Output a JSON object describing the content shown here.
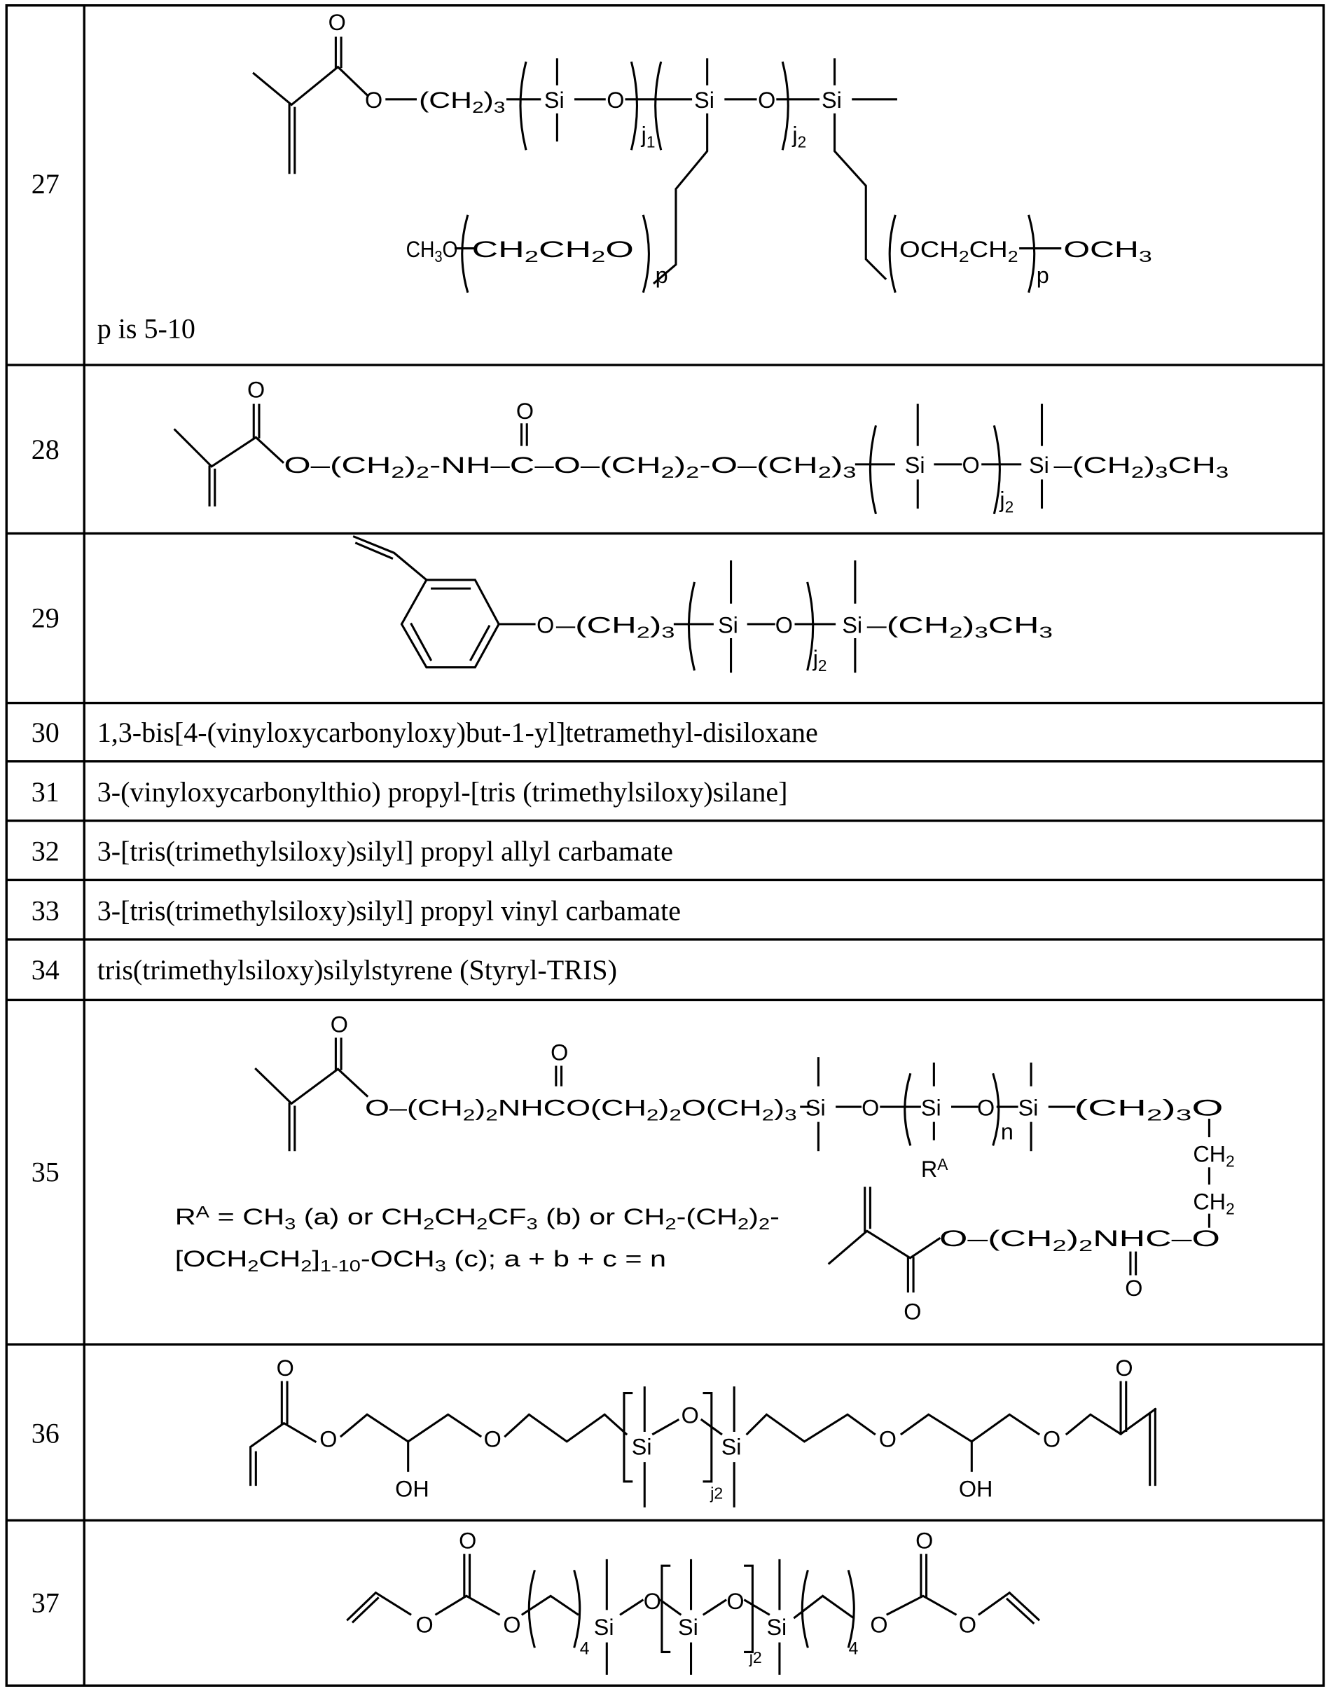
{
  "table": {
    "rows": [
      {
        "number": "27",
        "note": "p is 5-10",
        "labels": [
          "O",
          "(CH_{2})_{3}",
          "Si",
          "O",
          "j_{1}",
          "Si",
          "O",
          "j_{2}",
          "Si",
          "CH_{3}O",
          "CH_{2}CH_{2}O",
          "p",
          "OCH_{2}CH_{2}",
          "p",
          "OCH_{3}"
        ]
      },
      {
        "number": "28",
        "labels": [
          "O",
          "O–(CH_{2})_{2}-NH–C–O–(CH_{2})_{2}-O–(CH_{2})_{3}",
          "O",
          "Si",
          "O",
          "j_{2}",
          "Si",
          "–(CH_{2})_{3}CH_{3}"
        ]
      },
      {
        "number": "29",
        "labels": [
          "O",
          "–(CH_{2})_{3}",
          "Si",
          "O",
          "j_{2}",
          "Si",
          "–(CH_{2})_{3}CH_{3}"
        ]
      },
      {
        "number": "30",
        "text": "1,3-bis[4-(vinyloxycarbonyloxy)but-1-yl]tetramethyl-disiloxane"
      },
      {
        "number": "31",
        "text": "3-(vinyloxycarbonylthio) propyl-[tris (trimethylsiloxy)silane]"
      },
      {
        "number": "32",
        "text": "3-[tris(trimethylsiloxy)silyl] propyl allyl carbamate"
      },
      {
        "number": "33",
        "text": "3-[tris(trimethylsiloxy)silyl] propyl vinyl carbamate"
      },
      {
        "number": "34",
        "text": "tris(trimethylsiloxy)silylstyrene (Styryl-TRIS)"
      },
      {
        "number": "35",
        "labels": [
          "O",
          "O–(CH_{2})_{2}NHCO(CH_{2})_{2}O(CH_{2})_{3}",
          "O",
          "Si",
          "O",
          "Si",
          "R^{A}",
          "O",
          "n",
          "Si",
          "(CH_{2})_{3}O",
          "CH_{2}",
          "CH_{2}",
          "O–(CH_{2})_{2}NHC–O",
          "O",
          "O"
        ],
        "definition_line1": "R^{A} = CH_{3} (a) or CH_{2}CH_{2}CF_{3} (b) or CH_{2}-(CH_{2})_{2}-",
        "definition_line2": "[OCH_{2}CH_{2}]_{1-10}-OCH_{3} (c); a + b + c = n"
      },
      {
        "number": "36",
        "labels": [
          "O",
          "O",
          "OH",
          "O",
          "Si",
          "O",
          "j2",
          "Si",
          "O",
          "OH",
          "O",
          "O"
        ]
      },
      {
        "number": "37",
        "labels": [
          "O",
          "O",
          "O",
          "4",
          "Si",
          "O",
          "Si",
          "O",
          "j2",
          "Si",
          "4",
          "O",
          "O",
          "O"
        ]
      }
    ]
  }
}
